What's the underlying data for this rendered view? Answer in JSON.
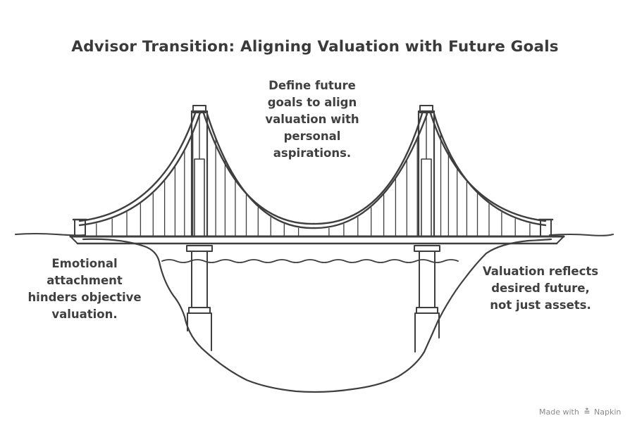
{
  "title": "Advisor Transition: Aligning Valuation with Future Goals",
  "labels": {
    "top": "Define future\ngoals to align\nvaluation with\npersonal\naspirations.",
    "left": "Emotional\nattachment\nhinders objective\nvaluation.",
    "right": "Valuation reflects\ndesired future,\nnot just assets."
  },
  "watermark": {
    "prefix": "Made with",
    "brand": "Napkin",
    "icon": "napkin-logo-icon"
  },
  "colors": {
    "ink": "#3f3f3f",
    "background": "#ffffff"
  }
}
